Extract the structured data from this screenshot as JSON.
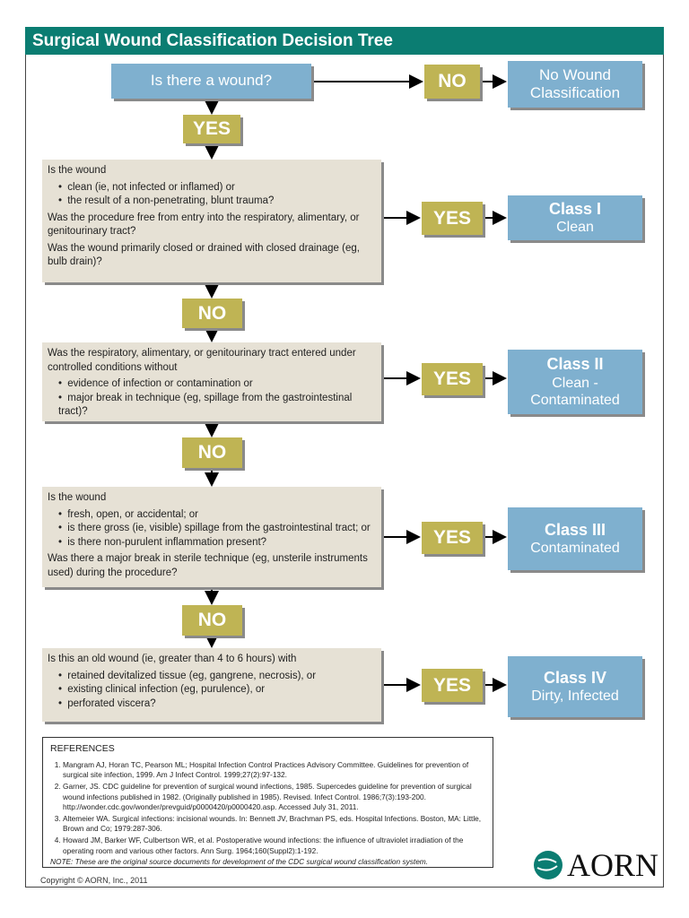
{
  "title": "Surgical Wound Classification Decision Tree",
  "start": {
    "question": "Is there a wound?",
    "no": "NO",
    "no_result": [
      "No Wound",
      "Classification"
    ],
    "yes": "YES"
  },
  "steps": [
    {
      "lines": [
        "Is the wound"
      ],
      "bullets": [
        "clean (ie, not infected or inflamed) or",
        "the result of a non-penetrating, blunt trauma?"
      ],
      "after": [
        "Was the procedure free from entry into the respiratory, alimentary, or genitourinary tract?",
        "Was the wound primarily closed or drained with closed drainage (eg, bulb drain)?"
      ],
      "yes": "YES",
      "class_title": "Class I",
      "class_sub": "Clean",
      "no": "NO"
    },
    {
      "lines": [
        "Was the respiratory, alimentary, or genitourinary tract entered under controlled conditions without"
      ],
      "bullets": [
        "evidence of infection or contamination or",
        "major break in technique (eg, spillage from the gastrointestinal tract)?"
      ],
      "after": [],
      "yes": "YES",
      "class_title": "Class II",
      "class_sub": "Clean - Contaminated",
      "no": "NO"
    },
    {
      "lines": [
        "Is the wound"
      ],
      "bullets": [
        "fresh, open, or accidental; or",
        "is there gross (ie, visible) spillage from the gastrointestinal tract; or",
        "is there non-purulent inflammation present?"
      ],
      "after": [
        "Was there a major break in sterile technique (eg, unsterile instruments used) during the procedure?"
      ],
      "yes": "YES",
      "class_title": "Class III",
      "class_sub": "Contaminated",
      "no": "NO"
    },
    {
      "lines": [
        "Is this an old wound (ie, greater than 4 to 6 hours) with"
      ],
      "bullets": [
        "retained devitalized tissue (eg, gangrene, necrosis), or",
        "existing clinical infection (eg, purulence), or",
        "perforated viscera?"
      ],
      "after": [],
      "yes": "YES",
      "class_title": "Class IV",
      "class_sub": "Dirty, Infected"
    }
  ],
  "references": {
    "heading": "REFERENCES",
    "items": [
      "Mangram AJ, Horan TC, Pearson ML; Hospital Infection Control Practices Advisory Committee. Guidelines for prevention of surgical site infection, 1999. Am J Infect Control. 1999;27(2):97-132.",
      "Garner, JS. CDC guideline for prevention of surgical wound infections, 1985. Supercedes guideline for prevention of surgical wound infections published in 1982. (Originally published in 1985). Revised. Infect Control. 1986;7(3):193-200. http://wonder.cdc.gov/wonder/prevguid/p0000420/p0000420.asp. Accessed July 31, 2011.",
      "Altemeier WA. Surgical infections: incisional wounds. In: Bennett JV, Brachman PS, eds. Hospital Infections. Boston, MA: Little, Brown and Co; 1979:287-306.",
      "Howard JM, Barker WF, Culbertson WR, et al. Postoperative wound infections: the influence of ultraviolet irradiation of the operating room and various other factors. Ann Surg. 1964;160(Suppl2):1-192."
    ],
    "note": "NOTE: These are the original source documents for development of the CDC surgical wound classification system."
  },
  "copyright": "Copyright © AORN, Inc., 2011",
  "logo": "AORN",
  "colors": {
    "header": "#0b7d72",
    "blue": "#7fb0cf",
    "olive": "#bfb454",
    "question_bg": "#e6e1d5"
  }
}
